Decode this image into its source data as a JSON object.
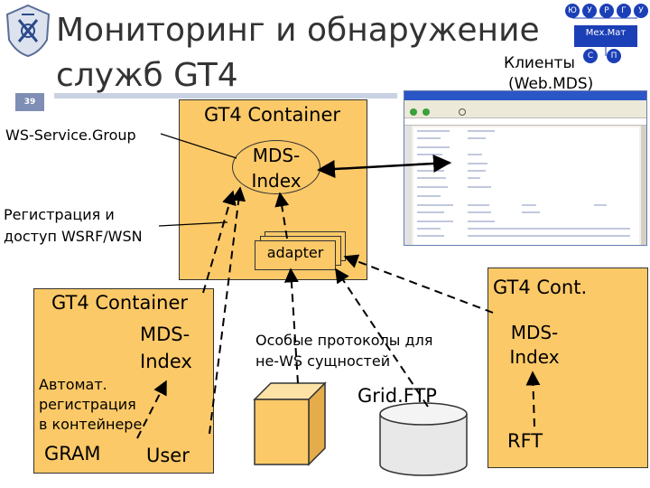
{
  "slide": {
    "page_number": "39",
    "title_line1": "Мониторинг и обнаружение",
    "title_line2": "служб GT4"
  },
  "logo": {
    "top_letters": [
      "Ю",
      "У",
      "Р",
      "Г",
      "У"
    ],
    "bottom_letters": [
      "С",
      "П"
    ],
    "label": "Мех.Мат"
  },
  "labels": {
    "clients_line1": "Клиенты",
    "clients_line2": "(Web.MDS)",
    "ws_service_group": "WS-Service.Group",
    "registration_line1": "Регистрация и",
    "registration_line2": "доступ WSRF/WSN",
    "special_line1": "Особые протоколы для",
    "special_line2": "не-WS сущностей"
  },
  "main_container": {
    "title": "GT4 Container",
    "mds_line1": "MDS-",
    "mds_line2": "Index",
    "adapter": "adapter"
  },
  "left_container": {
    "title": "GT4 Container",
    "mds_line1": "MDS-",
    "mds_line2": "Index",
    "auto_line1": "Автомат.",
    "auto_line2": "регистрация",
    "auto_line3": "в контейнере",
    "gram": "GRAM",
    "user": "User"
  },
  "right_container": {
    "title": "GT4 Cont.",
    "mds_line1": "MDS-",
    "mds_line2": "Index",
    "rft": "RFT"
  },
  "gridftp": {
    "label": "Grid.FTP"
  },
  "colors": {
    "container_fill": "#fcc968",
    "header_stripe": "#c9d1e3",
    "cube_fill": "#fcc968",
    "cylinder_fill": "#e8e8e8",
    "logo_blue": "#1b3fb6"
  }
}
